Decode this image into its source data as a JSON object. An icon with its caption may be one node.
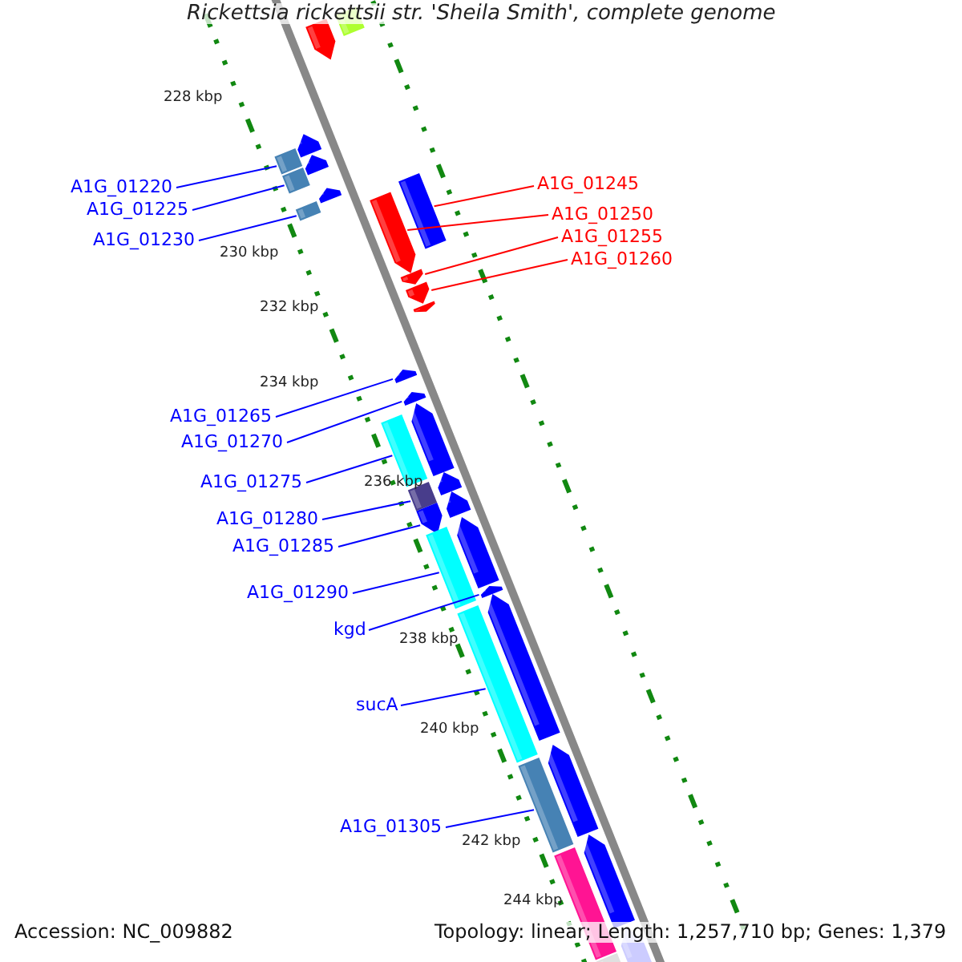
{
  "diagram": {
    "title": "Rickettsia rickettsii str. 'Sheila Smith', complete genome",
    "nodes": [
      {
        "text": [
          "A1G_01220"
        ]
      },
      {
        "text": [
          "A1G_01225"
        ]
      },
      {
        "text": [
          "A1G_01230"
        ]
      },
      {
        "text": [
          "A1G_01245"
        ]
      },
      {
        "text": [
          "A1G_01250"
        ]
      },
      {
        "text": [
          "A1G_01255"
        ]
      },
      {
        "text": [
          "A1G_01260"
        ]
      },
      {
        "text": [
          "A1G_01265"
        ]
      },
      {
        "text": [
          "A1G_01270"
        ]
      },
      {
        "text": [
          "A1G_01275"
        ]
      },
      {
        "text": [
          "A1G_01280"
        ]
      },
      {
        "text": [
          "A1G_01285"
        ]
      },
      {
        "text": [
          "A1G_01290"
        ]
      },
      {
        "text": [
          "kgd"
        ]
      },
      {
        "text": [
          "sucA"
        ]
      },
      {
        "text": [
          "A1G_01305"
        ]
      },
      {
        "text": [],
        "shape": "arrow"
      },
      {
        "text": [],
        "shape": "bar"
      },
      {
        "text": [],
        "shape": "arrow"
      },
      {
        "text": [],
        "shape": "bar"
      },
      {
        "text": [],
        "shape": "arrow"
      },
      {
        "text": [],
        "shape": "bar"
      },
      {
        "text": [],
        "shape": "arrow"
      },
      {
        "text": [],
        "shape": "bar"
      },
      {
        "text": [],
        "shape": "bar"
      },
      {
        "text": [],
        "shape": "arrow"
      },
      {
        "text": [],
        "shape": "arrow"
      },
      {
        "text": [],
        "shape": "arrow"
      },
      {
        "text": [],
        "shape": "arrow"
      },
      {
        "text": [],
        "shape": "arrow"
      },
      {
        "text": [],
        "shape": "arrow"
      },
      {
        "text": [],
        "shape": "arrow"
      },
      {
        "text": [],
        "shape": "bar"
      },
      {
        "text": [],
        "shape": "arrow"
      },
      {
        "text": [],
        "shape": "bar"
      },
      {
        "text": [],
        "shape": "arrow"
      },
      {
        "text": [],
        "shape": "arrow"
      },
      {
        "text": [],
        "shape": "arrow"
      },
      {
        "text": [],
        "shape": "bar"
      },
      {
        "text": [],
        "shape": "arrow"
      },
      {
        "text": [],
        "shape": "arrow"
      },
      {
        "text": [],
        "shape": "bar"
      },
      {
        "text": [],
        "shape": "arrow"
      },
      {
        "text": [],
        "shape": "bar"
      },
      {
        "text": [],
        "shape": "arrow"
      },
      {
        "text": [],
        "shape": "bar"
      },
      {
        "text": [],
        "shape": "arrow"
      },
      {
        "text": [],
        "shape": "bar"
      }
    ],
    "edges": [
      {
        "from": 0,
        "to": 19,
        "arrow": "none"
      },
      {
        "from": 1,
        "to": 21,
        "arrow": "none"
      },
      {
        "from": 2,
        "to": 23,
        "arrow": "none"
      },
      {
        "from": 3,
        "to": 24,
        "arrow": "none",
        "color": "#ff0000"
      },
      {
        "from": 4,
        "to": 25,
        "arrow": "none",
        "color": "#ff0000"
      },
      {
        "from": 5,
        "to": 26,
        "arrow": "none",
        "color": "#ff0000"
      },
      {
        "from": 6,
        "to": 27,
        "arrow": "none",
        "color": "#ff0000"
      },
      {
        "from": 7,
        "to": 29,
        "arrow": "none"
      },
      {
        "from": 8,
        "to": 30,
        "arrow": "none"
      },
      {
        "from": 9,
        "to": 32,
        "arrow": "none"
      },
      {
        "from": 10,
        "to": 34,
        "arrow": "none"
      },
      {
        "from": 11,
        "to": 36,
        "arrow": "none"
      },
      {
        "from": 12,
        "to": 38,
        "arrow": "none"
      },
      {
        "from": 13,
        "to": 39,
        "arrow": "none"
      },
      {
        "from": 14,
        "to": 41,
        "arrow": "none"
      },
      {
        "from": 15,
        "to": 43,
        "arrow": "none"
      }
    ],
    "labels": [
      "228 kbp",
      "230 kbp",
      "232 kbp",
      "234 kbp",
      "236 kbp",
      "238 kbp",
      "240 kbp",
      "242 kbp",
      "244 kbp",
      "Accession: NC_009882",
      "Topology: linear; Length: 1,257,710 bp; Genes: 1,379"
    ]
  }
}
